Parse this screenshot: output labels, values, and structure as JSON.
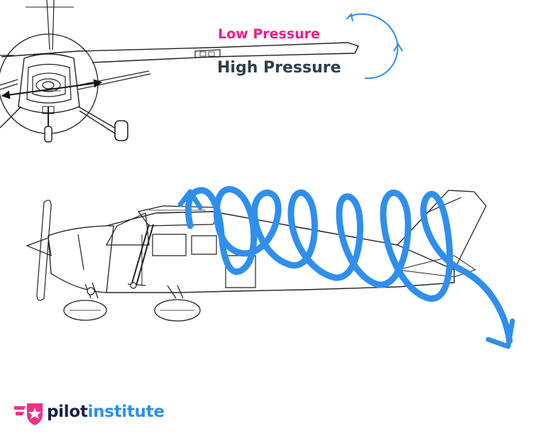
{
  "labels": {
    "low_pressure": "Low Pressure",
    "high_pressure": "High Pressure"
  },
  "logo": {
    "text_part1": "pilot",
    "text_part2": "institute",
    "color_part1": "#1a2340",
    "color_part2": "#2b8ff0",
    "icon": "winged-star-shield-icon"
  },
  "colors": {
    "low_pressure": "#ee1c8c",
    "high_pressure": "#2c3e50",
    "vortex_arrow": "#2f8fec",
    "line_art": "#222222",
    "logo_icon": "#ee2f86"
  }
}
